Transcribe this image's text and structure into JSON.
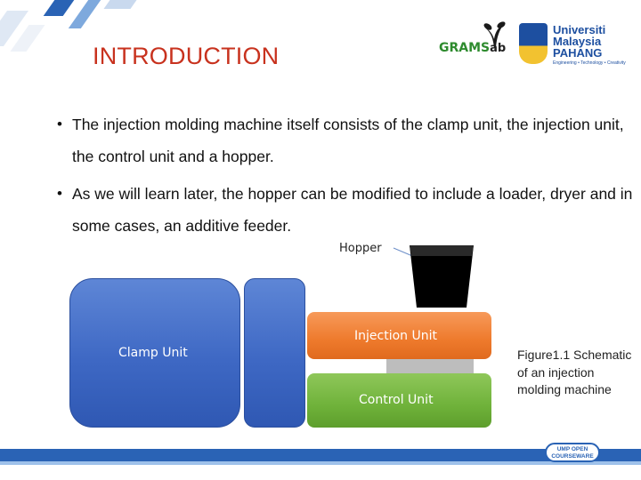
{
  "slide": {
    "title": "INTRODUCTION",
    "bullets": [
      "The injection molding machine itself consists  of the clamp unit, the injection unit, the control unit and a hopper.",
      "As we will learn later, the hopper can be modified to include a loader, dryer and in some cases, an additive feeder."
    ]
  },
  "logos": {
    "grams_text": "GRAMS",
    "grams_suffix": "ab",
    "ump_name_line1": "Universiti",
    "ump_name_line2": "Malaysia",
    "ump_name_line3": "PAHANG",
    "ump_tagline": "Engineering • Technology • Creativity",
    "ocw_line1": "UMP OPEN",
    "ocw_line2": "COURSEWARE"
  },
  "diagram": {
    "hopper_label": "Hopper",
    "clamp_label": "Clamp Unit",
    "injection_label": "Injection Unit",
    "control_label": "Control Unit",
    "caption": "Figure1.1 Schematic of an injection molding machine"
  },
  "colors": {
    "title": "#c8321e",
    "clamp": "#3e68c4",
    "injection": "#ee7a2c",
    "control": "#6fb23a",
    "hopper": "#000000",
    "band": "#2a63b5"
  }
}
